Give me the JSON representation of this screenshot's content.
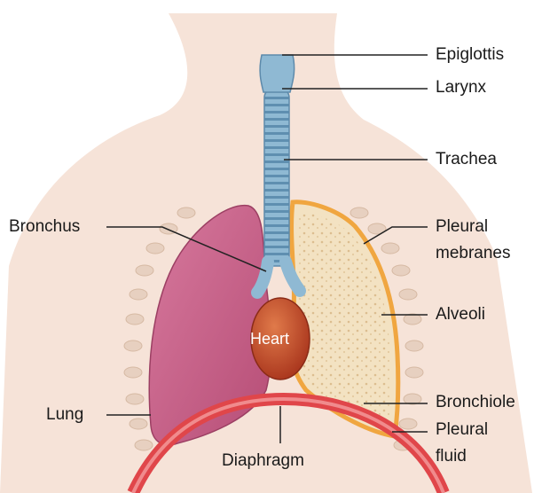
{
  "labels": {
    "epiglottis": "Epiglottis",
    "larynx": "Larynx",
    "trachea": "Trachea",
    "bronchus": "Bronchus",
    "pleural_membranes_line1": "Pleural",
    "pleural_membranes_line2": "mebranes",
    "alveoli": "Alveoli",
    "heart": "Heart",
    "bronchiole": "Bronchiole",
    "lung": "Lung",
    "pleural_fluid_line1": "Pleural",
    "pleural_fluid_line2": "fluid",
    "diaphragm": "Diaphragm"
  },
  "colors": {
    "skin": "#f6e3d8",
    "left_lung": "#c45f85",
    "right_lung_fill": "#f3e2c2",
    "right_lung_border": "#f0a640",
    "trachea": "#8fb9d3",
    "heart": "#c44a2a",
    "diaphragm": "#e0464a",
    "rib_beads": "#e7d0c0",
    "leader_lines": "#222222"
  }
}
